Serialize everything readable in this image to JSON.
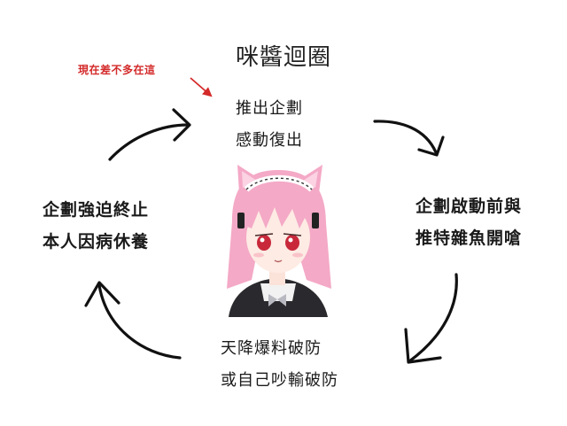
{
  "title": "咪醬迴圈",
  "note": "現在差不多在這",
  "stages": {
    "top": [
      "推出企劃",
      "感動復出"
    ],
    "right": [
      "企劃啟動前與",
      "推特雜魚開嗆"
    ],
    "bottom": [
      "天降爆料破防",
      "或自己吵輸破防"
    ],
    "left": [
      "企劃強迫終止",
      "本人因病休養"
    ]
  },
  "colors": {
    "note": "#d42a2a",
    "arrow": "#111111",
    "hair": "#f4a9c6"
  },
  "icons": {
    "center": "catgirl-maid-avatar"
  }
}
